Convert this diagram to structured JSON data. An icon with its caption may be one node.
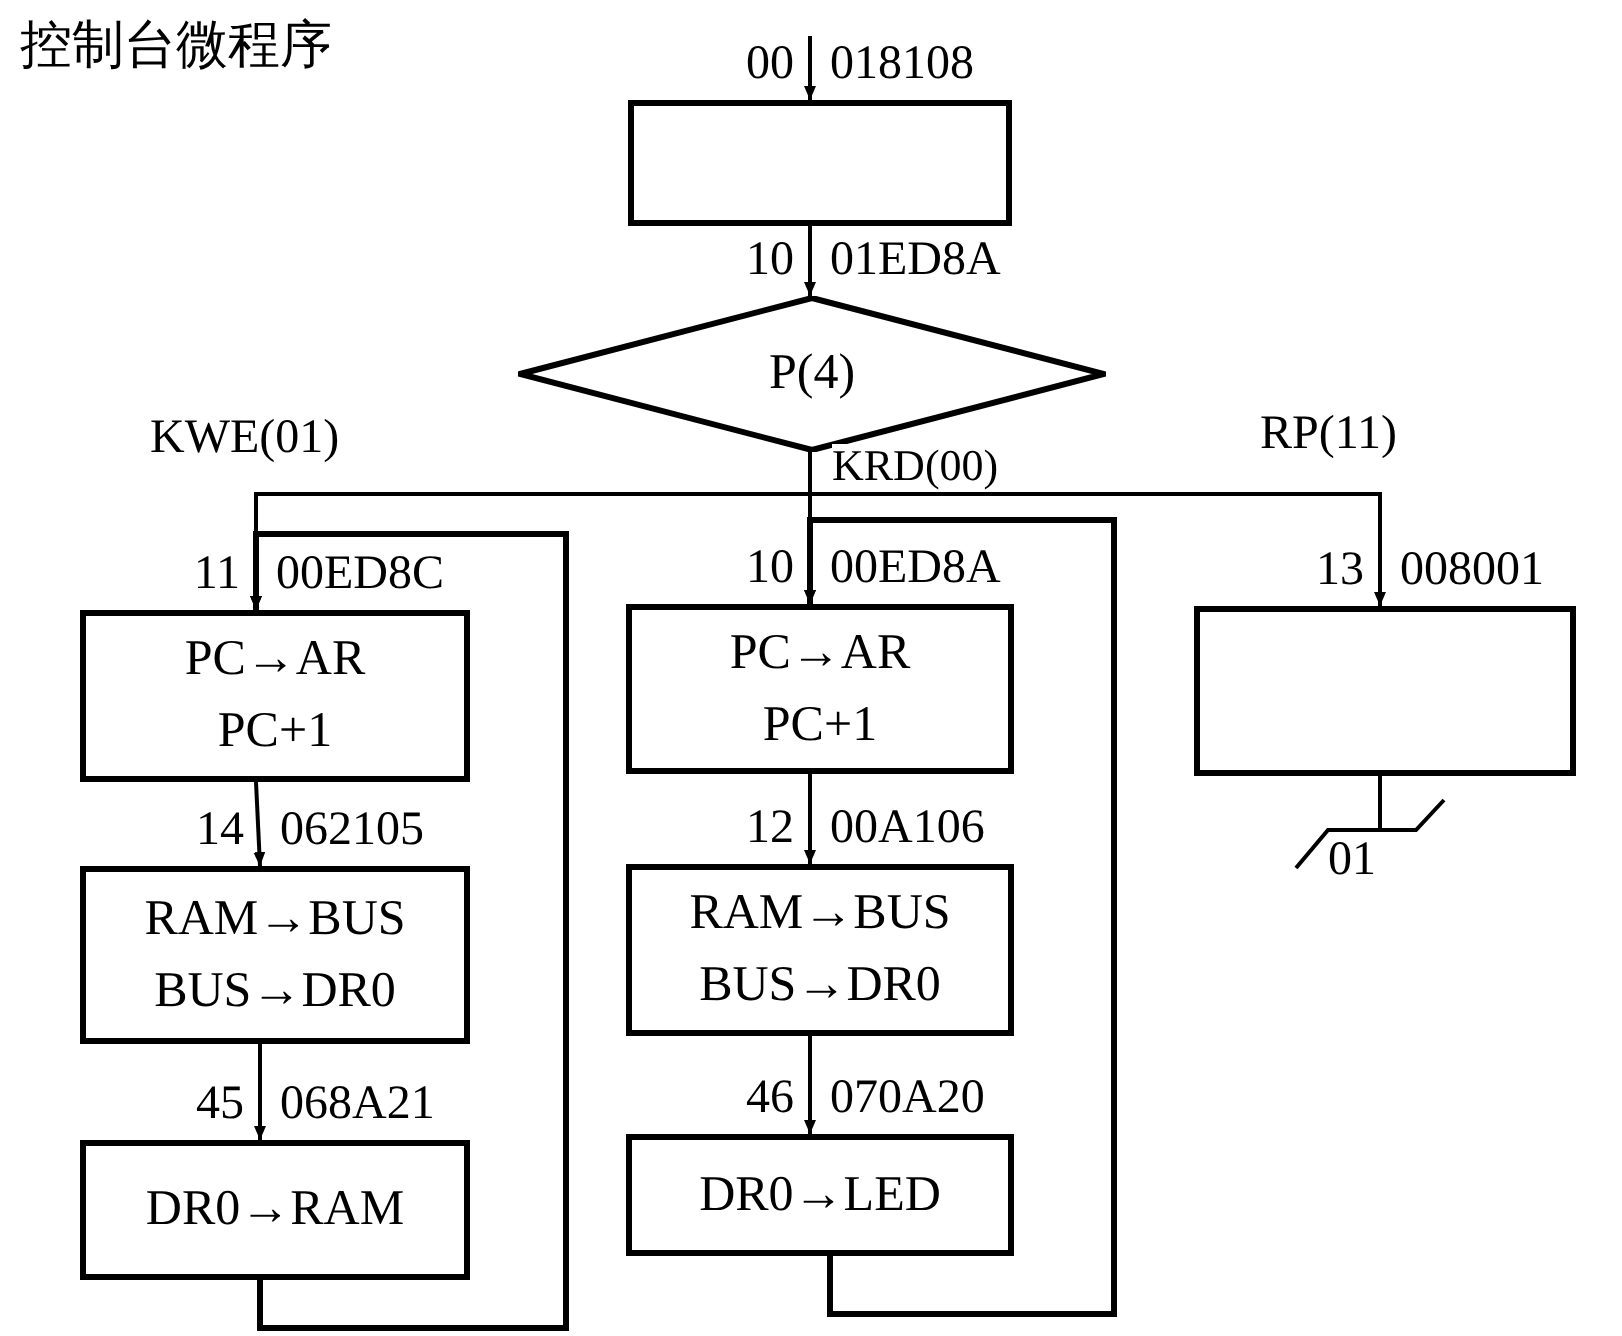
{
  "diagram": {
    "title": "控制台微程序",
    "nodes": [
      {
        "text": [],
        "shape": "box",
        "beside": [
          "00",
          "018108"
        ]
      },
      {
        "text": [
          "P(4)"
        ],
        "beside": [
          "10",
          "01ED8A"
        ]
      },
      {
        "text": [
          "PC→AR",
          "PC+1"
        ],
        "beside": [
          "11",
          "00ED8C"
        ]
      },
      {
        "text": [
          "RAM→BUS",
          "BUS→DR0"
        ],
        "beside": [
          "14",
          "062105"
        ]
      },
      {
        "text": [
          "DR0→RAM"
        ],
        "beside": [
          "45",
          "068A21"
        ]
      },
      {
        "text": [
          "PC→AR",
          "PC+1"
        ],
        "beside": [
          "10",
          "00ED8A"
        ]
      },
      {
        "text": [
          "RAM→BUS",
          "BUS→DR0"
        ],
        "beside": [
          "12",
          "00A106"
        ]
      },
      {
        "text": [
          "DR0→LED"
        ],
        "beside": [
          "46",
          "070A20"
        ]
      },
      {
        "text": [],
        "shape": "box",
        "beside": [
          "13",
          "008001"
        ]
      }
    ],
    "edges": [
      {
        "from": null,
        "to": 0,
        "arrow": "to"
      },
      {
        "from": 0,
        "to": 1,
        "arrow": "to"
      },
      {
        "from": 1,
        "to": 2,
        "arrow": "to",
        "label": "KWE(01)"
      },
      {
        "from": 1,
        "to": 5,
        "arrow": "to",
        "label": "KRD(00)"
      },
      {
        "from": 1,
        "to": 8,
        "arrow": "to",
        "label": "RP(11)"
      },
      {
        "from": 2,
        "to": 3,
        "arrow": "to"
      },
      {
        "from": 3,
        "to": 4,
        "arrow": "to"
      },
      {
        "from": 4,
        "to": 2,
        "arrow": "to"
      },
      {
        "from": 5,
        "to": 6,
        "arrow": "to"
      },
      {
        "from": 6,
        "to": 7,
        "arrow": "to"
      },
      {
        "from": 7,
        "to": 5,
        "arrow": "to"
      }
    ],
    "labels": [
      "01"
    ]
  }
}
